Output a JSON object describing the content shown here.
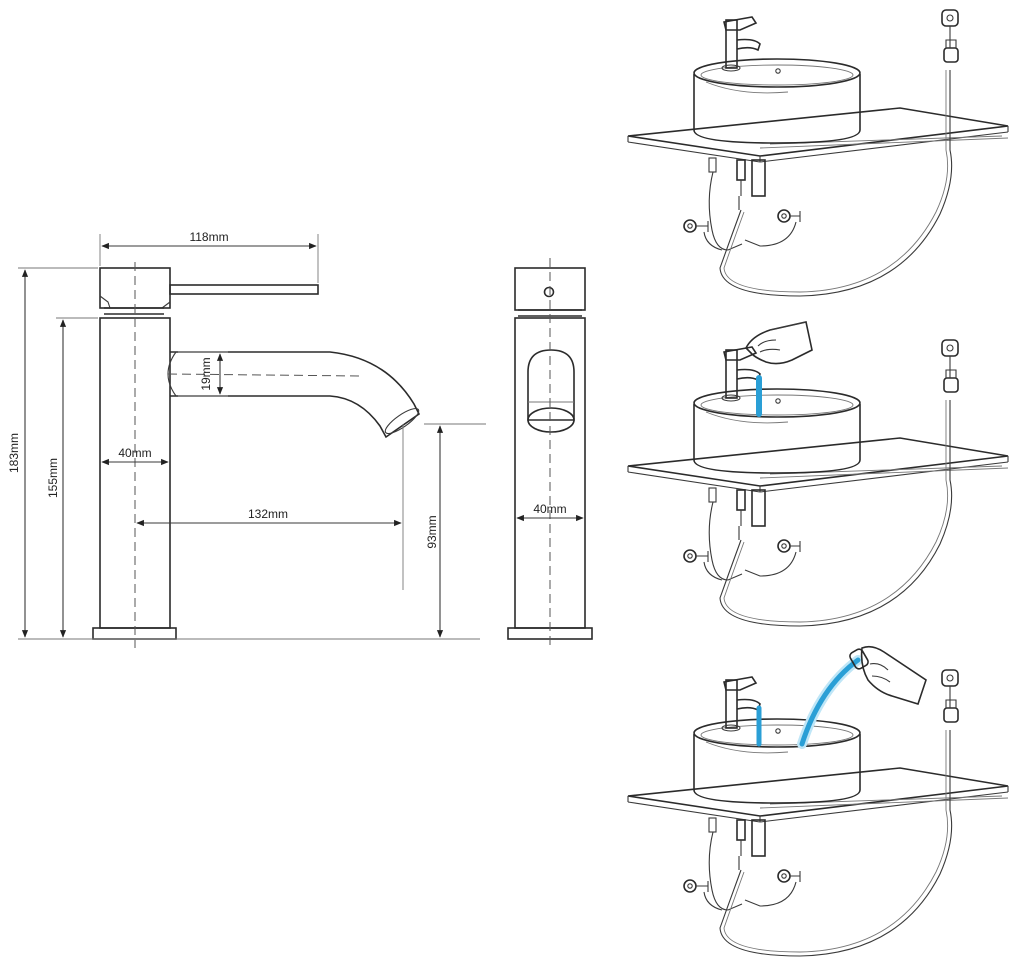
{
  "dimensions": {
    "top_width": "118mm",
    "total_height": "183mm",
    "body_height": "155mm",
    "body_width_front": "40mm",
    "spout_reach": "132mm",
    "spout_thickness": "19mm",
    "spout_height": "93mm",
    "body_width_side": "40mm"
  },
  "colors": {
    "line": "#2b2b2b",
    "water": "#2a9fd6",
    "water_light": "#bfe6f7"
  },
  "install_panels": [
    {
      "step": 1,
      "tap_water": false,
      "hand_on_lever": false,
      "spray_in_use": false
    },
    {
      "step": 2,
      "tap_water": true,
      "hand_on_lever": true,
      "spray_in_use": false
    },
    {
      "step": 3,
      "tap_water": true,
      "hand_on_lever": false,
      "spray_in_use": true
    }
  ]
}
